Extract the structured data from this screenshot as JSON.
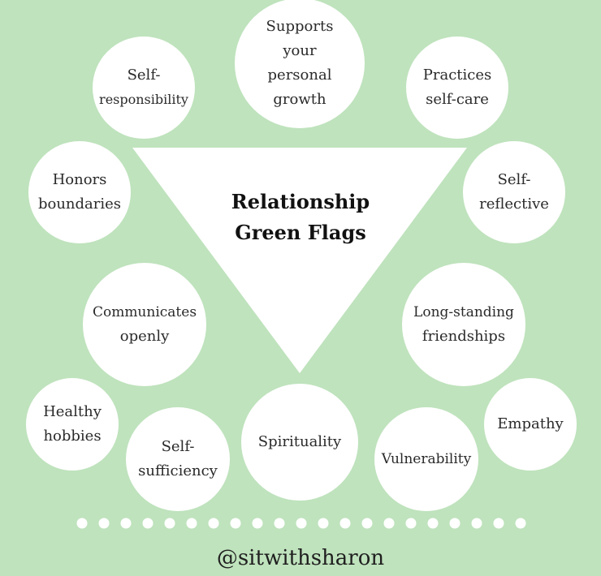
{
  "background_color": "#bfe3bd",
  "title": {
    "line1": "Relationship",
    "line2": "Green Flags"
  },
  "bubbles": [
    {
      "id": "supports-growth",
      "lines": [
        "Supports",
        "your",
        "personal",
        "growth"
      ]
    },
    {
      "id": "self-responsibility",
      "lines": [
        "Self-",
        "responsibility"
      ]
    },
    {
      "id": "practices-self-care",
      "lines": [
        "Practices",
        "self-care"
      ]
    },
    {
      "id": "honors-boundaries",
      "lines": [
        "Honors",
        "boundaries"
      ]
    },
    {
      "id": "self-reflective",
      "lines": [
        "Self-",
        "reflective"
      ]
    },
    {
      "id": "communicates-openly",
      "lines": [
        "Communicates",
        "openly"
      ]
    },
    {
      "id": "long-standing-friendships",
      "lines": [
        "Long-standing",
        "friendships"
      ]
    },
    {
      "id": "healthy-hobbies",
      "lines": [
        "Healthy",
        "hobbies"
      ]
    },
    {
      "id": "self-sufficiency",
      "lines": [
        "Self-",
        "sufficiency"
      ]
    },
    {
      "id": "spirituality",
      "lines": [
        "Spirituality"
      ]
    },
    {
      "id": "vulnerability",
      "lines": [
        "Vulnerability"
      ]
    },
    {
      "id": "empathy",
      "lines": [
        "Empathy"
      ]
    }
  ],
  "divider": {
    "dot_count": 21
  },
  "footer": {
    "handle": "@sitwithsharon"
  }
}
